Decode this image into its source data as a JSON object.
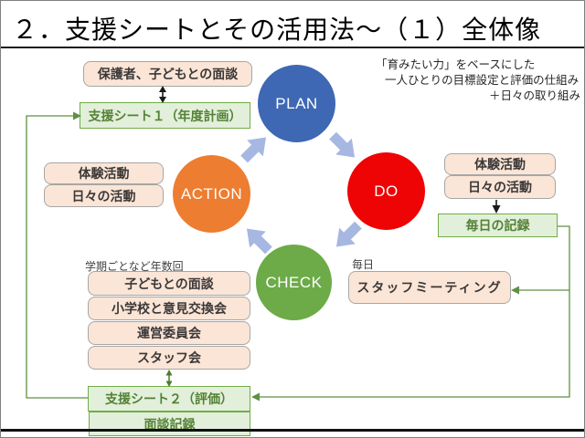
{
  "title": "２．支援シートとその活用法～（１）全体像",
  "annotation": {
    "line1": "「育みたい力」をベースにした",
    "line2": "一人ひとりの目標設定と評価の仕組み",
    "line3": "＋日々の取り組み"
  },
  "cycle": {
    "plan": "PLAN",
    "do": "DO",
    "check": "CHECK",
    "action": "ACTION"
  },
  "plan_area": {
    "guardian_interview": "保護者、子どもとの面談",
    "support_sheet1": "支援シート１（年度計画）"
  },
  "do_area": {
    "experience_activity": "体験活動",
    "daily_activity": "日々の活動",
    "daily_record": "毎日の記録"
  },
  "action_area": {
    "experience_activity": "体験活動",
    "daily_activity": "日々の活動"
  },
  "check_area": {
    "frequency_label": "学期ごとなど年数回",
    "boxes": [
      "子どもとの面談",
      "小学校と意見交換会",
      "運営委員会",
      "スタッフ会"
    ],
    "daily_label": "毎日",
    "staff_meeting": "スタッフミーティング",
    "support_sheet2": "支援シート２（評価）",
    "interview_record": "面談記録"
  },
  "colors": {
    "plan_blue": "#3E68B3",
    "do_red": "#EE0404",
    "check_green": "#6CAB47",
    "action_orange": "#ED7D31",
    "cycle_arrow_blue": "#A6B7E2",
    "peach_fill": "#FBE5D6",
    "peach_border": "#A6A6A6",
    "green_fill": "#E2EFDA",
    "green_border": "#70AD47",
    "green_text": "#538135",
    "connector_green": "#5E9143"
  }
}
